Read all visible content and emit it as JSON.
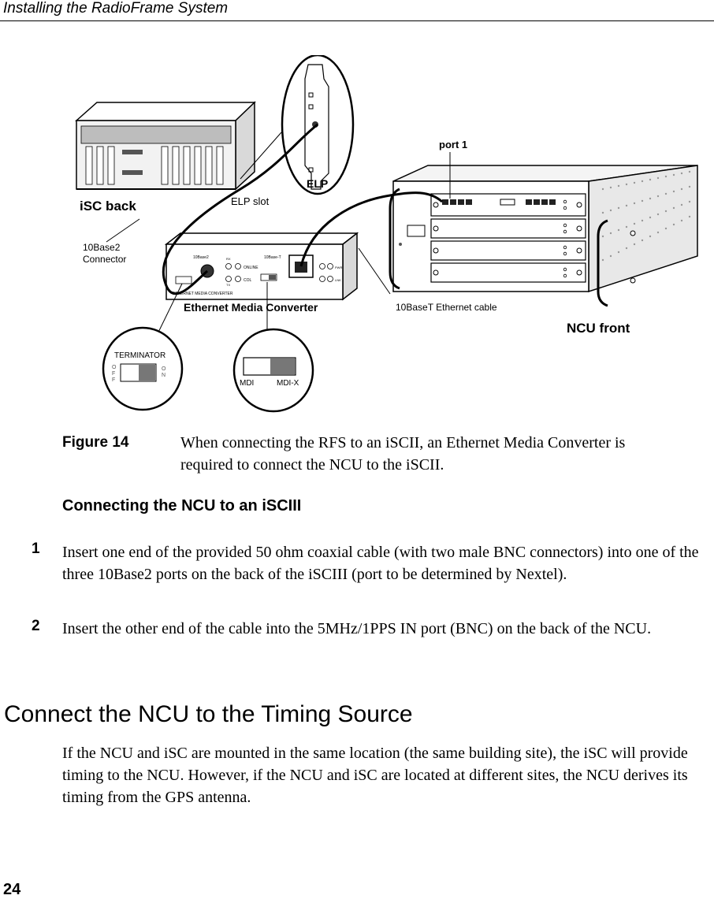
{
  "header": {
    "running_title": "Installing the RadioFrame System"
  },
  "figure": {
    "labels": {
      "isc_back": "iSC back",
      "elp_slot": "ELP slot",
      "elp": "ELP",
      "connector_10base2": [
        "10Base2",
        "Connector"
      ],
      "port1": "port 1",
      "media_converter": "Ethernet Media Converter",
      "media_converter_small": "ETHERNET MEDIA CONVERTER",
      "cable": "10BaseT Ethernet cable",
      "ncu_front": "NCU front",
      "terminator": "TERMINATOR",
      "off": [
        "O",
        "F",
        "F"
      ],
      "on": [
        "O",
        "N"
      ],
      "mdi": "MDI",
      "mdix": "MDI-X",
      "converter_10base2": "10Base2",
      "converter_10baset": "10Base-T",
      "online": "ONLINE",
      "col": "COL",
      "pwr": "PWR",
      "lnk": "LNK",
      "rx": "RX",
      "tx": "TX"
    }
  },
  "caption": {
    "label": "Figure 14",
    "text": "When connecting the RFS to an iSCII, an Ethernet Media Converter is required to connect the NCU to the iSCII."
  },
  "subsection": {
    "title": "Connecting the NCU to an iSCIII"
  },
  "steps": [
    {
      "number": "1",
      "text": "Insert one end of the provided 50 ohm coaxial cable (with two male BNC connectors) into one of the three 10Base2 ports on the back of the iSCIII (port to be determined by Nextel)."
    },
    {
      "number": "2",
      "text": "Insert the other end of the cable into the 5MHz/1PPS IN port (BNC) on the back of the NCU."
    }
  ],
  "section": {
    "title": "Connect the NCU to the Timing Source",
    "body": "If the NCU and iSC are mounted in the same location (the same building site), the iSC will provide timing to the NCU. However, if the NCU and iSC are located at different sites, the NCU derives its timing from the GPS antenna."
  },
  "footer": {
    "page_number": "24"
  }
}
